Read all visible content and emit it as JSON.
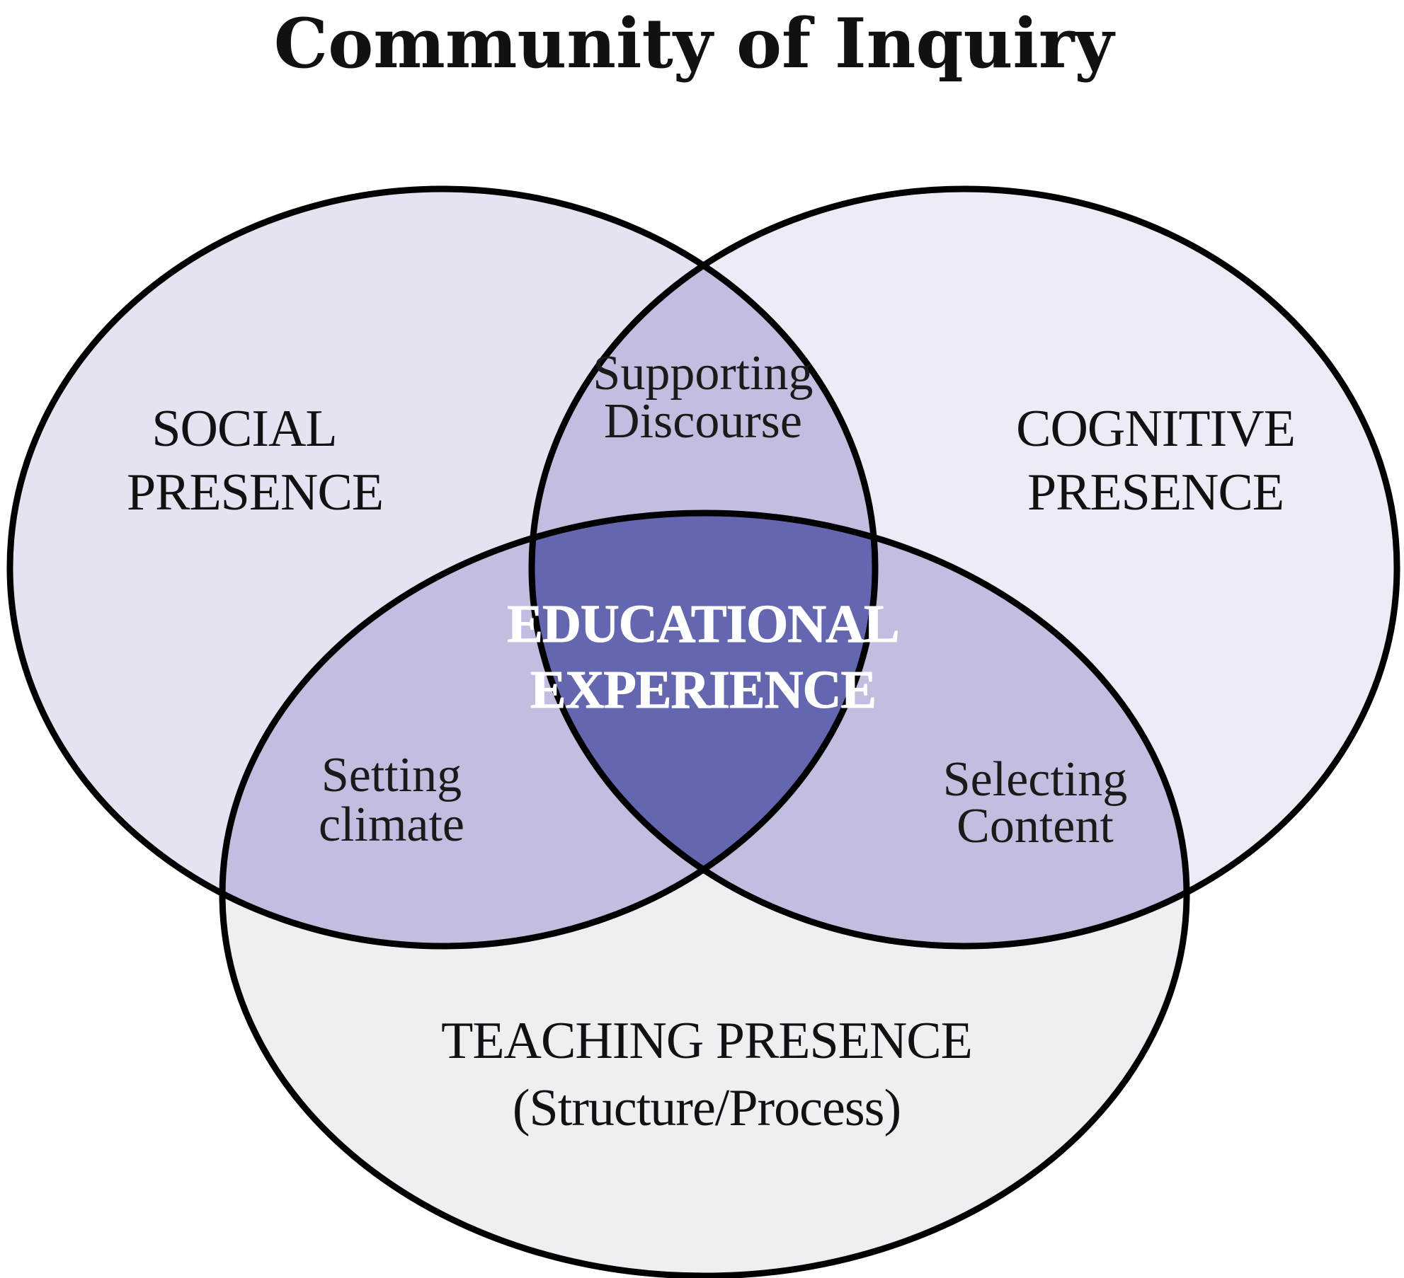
{
  "title": "Community of Inquiry",
  "colors": {
    "social_fill": "#e4e3f2",
    "cognitive_fill": "#ecebf6",
    "teaching_fill": "#efeef2",
    "pair_overlap_fill": "#c1bedf",
    "center_fill": "#6467b0",
    "outline": "#000000"
  },
  "regions": {
    "social": {
      "line1": "SOCIAL",
      "line2": "PRESENCE"
    },
    "cognitive": {
      "line1": "COGNITIVE",
      "line2": "PRESENCE"
    },
    "teaching": {
      "line1": "TEACHING PRESENCE",
      "line2": "(Structure/Process)"
    }
  },
  "overlaps": {
    "social_cognitive": {
      "line1": "Supporting",
      "line2": "Discourse"
    },
    "social_teaching": {
      "line1": "Setting",
      "line2": "climate"
    },
    "cognitive_teaching": {
      "line1": "Selecting",
      "line2": "Content"
    }
  },
  "center": {
    "line1": "EDUCATIONAL",
    "line2": "EXPERIENCE"
  }
}
